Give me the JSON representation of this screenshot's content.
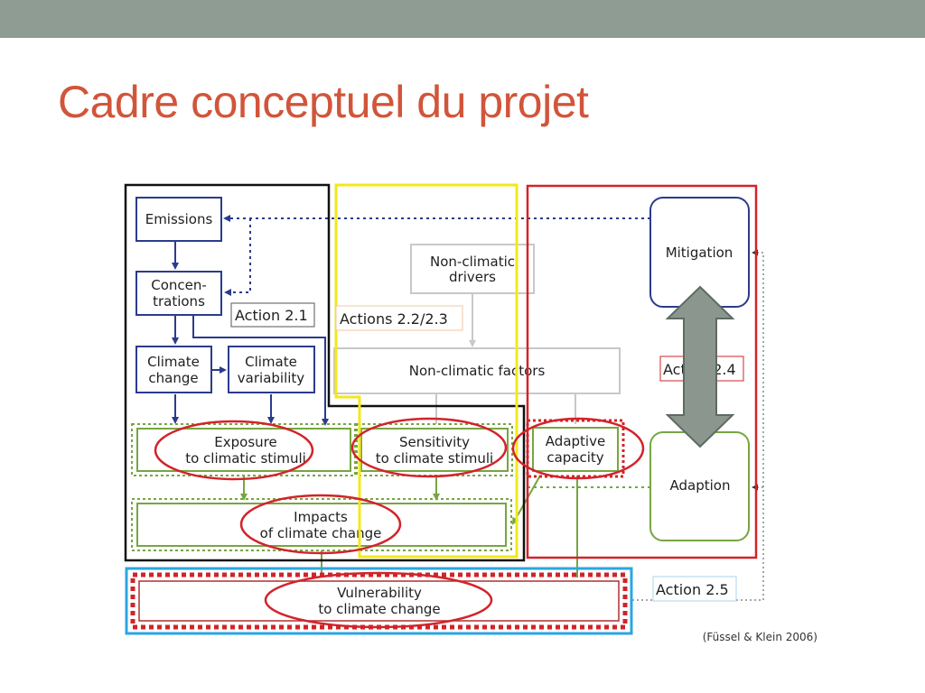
{
  "slide": {
    "title": "Cadre conceptuel du projet",
    "top_band_color": "#8e9c93",
    "title_color": "#d1553a"
  },
  "diagram": {
    "boxes": {
      "emissions": [
        "Emissions"
      ],
      "concentrations": [
        "Concen-",
        "trations"
      ],
      "climate_change": [
        "Climate",
        "change"
      ],
      "climate_variability": [
        "Climate",
        "variability"
      ],
      "non_climatic_drivers": [
        "Non-climatic",
        "drivers"
      ],
      "non_climatic_factors": [
        "Non-climatic factors"
      ],
      "mitigation": [
        "Mitigation"
      ],
      "exposure": [
        "Exposure",
        "to climatic stimuli"
      ],
      "sensitivity": [
        "Sensitivity",
        "to climate stimuli"
      ],
      "adaptive_capacity": [
        "Adaptive",
        "capacity"
      ],
      "adaption": [
        "Adaption"
      ],
      "impacts": [
        "Impacts",
        "of climate change"
      ],
      "vulnerability": [
        "Vulnerability",
        "to climate change"
      ]
    },
    "actions": {
      "a21": "Action 2.1",
      "a2223": "Actions 2.2/2.3",
      "a24": "Action 2.4",
      "a25": "Action 2.5"
    },
    "citation": "(Füssel & Klein 2006)",
    "colors": {
      "navy": "#2b3b8c",
      "green": "#77a541",
      "red": "#d2232a",
      "yellow": "#f3e81a",
      "blue": "#2ba6df",
      "grey": "#c8c8c8",
      "arrow_grey": "#8a968e"
    }
  }
}
